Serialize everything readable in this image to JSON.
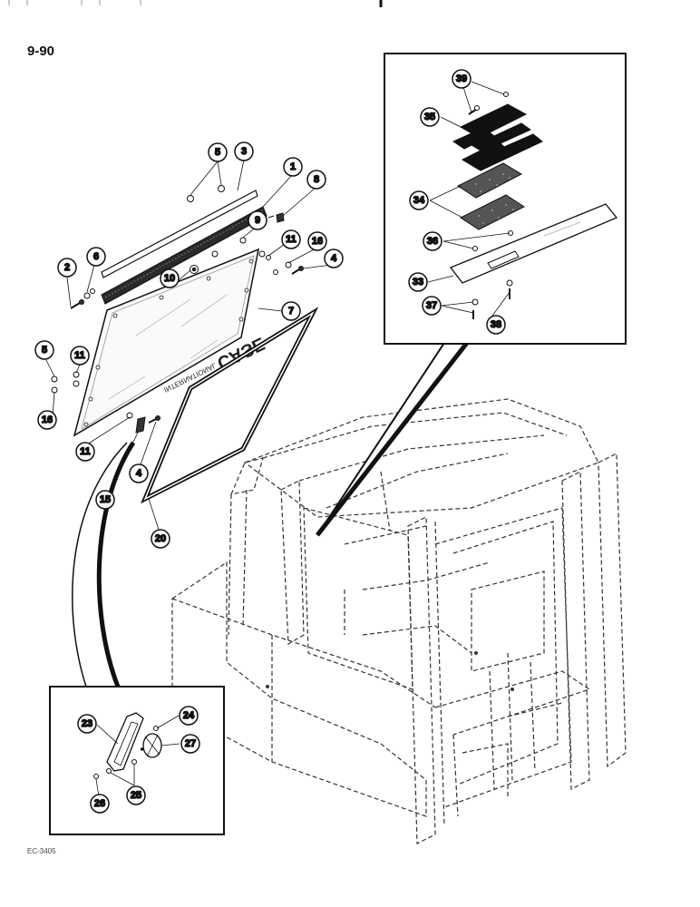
{
  "page": {
    "page_number": "9-90",
    "figure_code": "EC-3405"
  },
  "window": {
    "logo_text": "CASE",
    "decal_text": "INTERNATIONAL"
  },
  "callouts": {
    "c1": "1",
    "c2": "2",
    "c3": "3",
    "c4a": "4",
    "c4b": "4",
    "c5a": "5",
    "c5b": "5",
    "c6": "6",
    "c7": "7",
    "c8": "8",
    "c9": "9",
    "c10": "10",
    "c11a": "11",
    "c11b": "11",
    "c11c": "11",
    "c15": "15",
    "c16a": "16",
    "c16b": "16",
    "c20": "20",
    "c23": "23",
    "c24": "24",
    "c25": "25",
    "c26": "26",
    "c27": "27",
    "c33": "33",
    "c34": "34",
    "c35": "35",
    "c36": "36",
    "c37": "37",
    "c38": "38",
    "c39": "39"
  },
  "colors": {
    "ink": "#111111",
    "background": "#ffffff"
  }
}
